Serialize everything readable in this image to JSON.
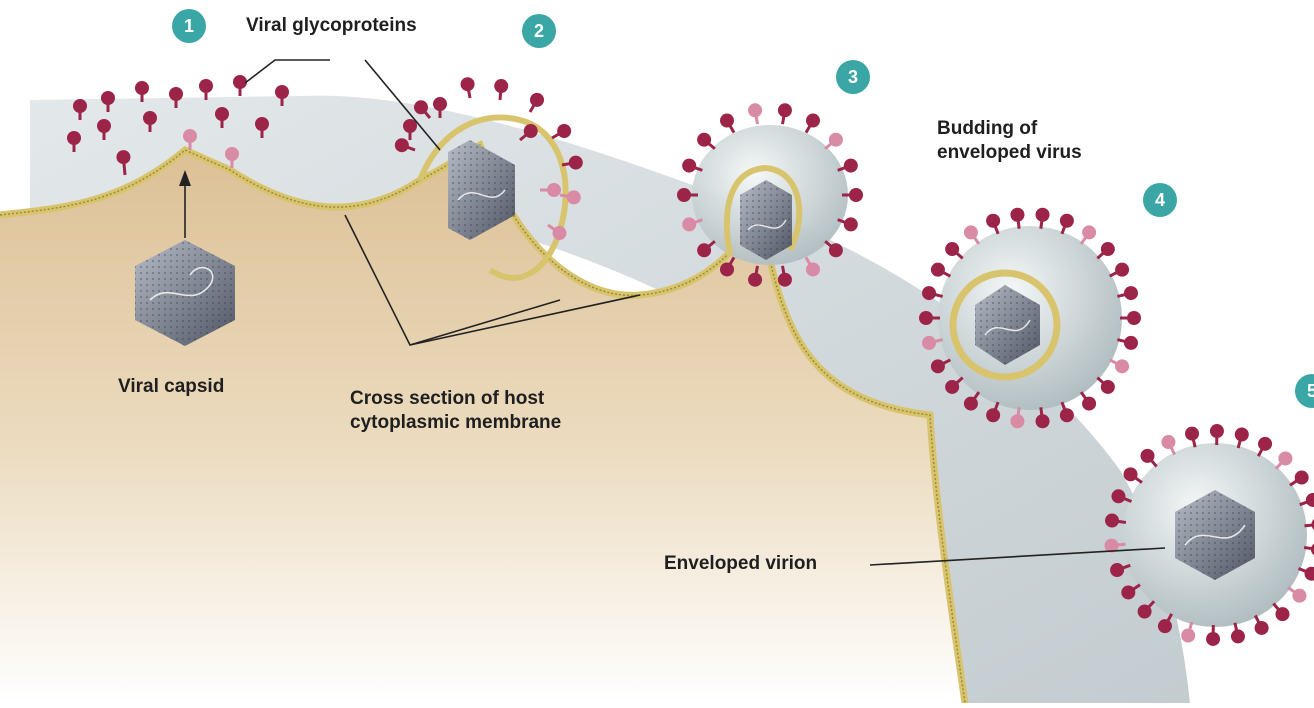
{
  "steps": [
    "1",
    "2",
    "3",
    "4",
    "5"
  ],
  "labels": {
    "viral_glycoproteins": "Viral glycoproteins",
    "budding_line1": "Budding of",
    "budding_line2": "enveloped virus",
    "viral_capsid": "Viral capsid",
    "cross_section_line1": "Cross section of host",
    "cross_section_line2": "cytoplasmic membrane",
    "enveloped_virion": "Enveloped virion"
  },
  "colors": {
    "step_badge": "#3aa6a6",
    "glycoprotein": "#9b2448",
    "glycoprotein_light": "#d98aa4",
    "membrane": "#d9c46e",
    "cytoplasm": "#e6d0a8",
    "envelope": "#c9d3d6",
    "capsid": "#7a7f8e"
  }
}
